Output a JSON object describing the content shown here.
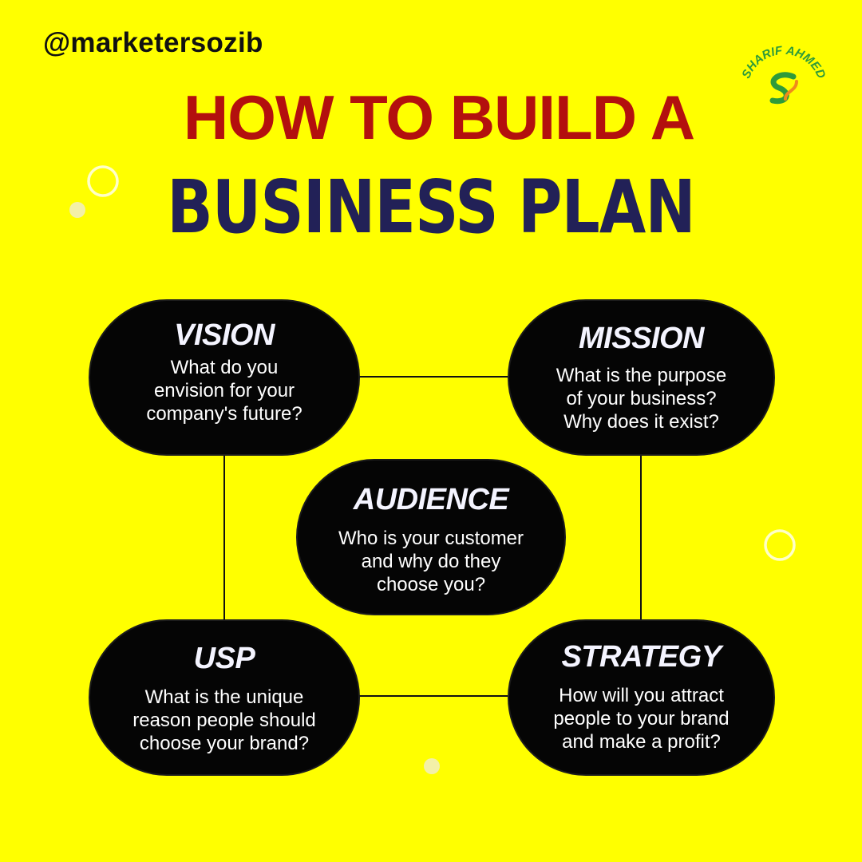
{
  "header": {
    "handle": "@marketersozib",
    "title_line1": "HOW TO BUILD A",
    "title_line2": "BUSINESS PLAN",
    "logo_text": "SHARIF AHMED"
  },
  "colors": {
    "background": "#FFFF00",
    "title_red": "#B3100E",
    "title_navy": "#222157",
    "pill": "#050505",
    "logo_green": "#2E9B3A",
    "logo_orange": "#F08A1C"
  },
  "nodes": [
    {
      "id": "vision",
      "title": "VISION",
      "text": "What do you\nenvision for your\ncompany's future?"
    },
    {
      "id": "mission",
      "title": "MISSION",
      "text": "What is the purpose\nof your business?\nWhy does it exist?"
    },
    {
      "id": "audience",
      "title": "AUDIENCE",
      "text": "Who is your customer\nand why do they\nchoose you?"
    },
    {
      "id": "usp",
      "title": "USP",
      "text": "What is the unique\nreason people should\nchoose your brand?"
    },
    {
      "id": "strategy",
      "title": "STRATEGY",
      "text": "How will you attract\npeople to your brand\nand make a profit?"
    }
  ],
  "edges": [
    {
      "from": "vision",
      "to": "mission"
    },
    {
      "from": "vision",
      "to": "usp"
    },
    {
      "from": "mission",
      "to": "strategy"
    },
    {
      "from": "usp",
      "to": "strategy"
    }
  ]
}
